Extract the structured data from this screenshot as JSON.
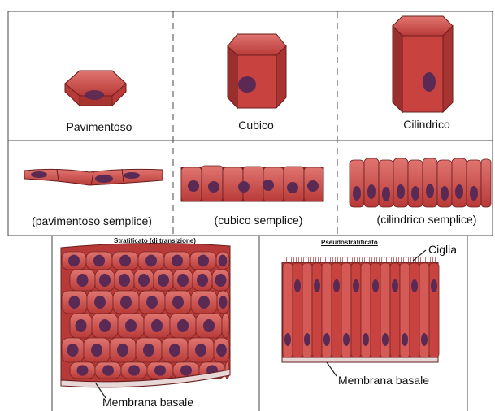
{
  "top_row": {
    "shapes": [
      {
        "label": "Pavimentoso"
      },
      {
        "label": "Cubico"
      },
      {
        "label": "Cilindrico"
      }
    ]
  },
  "middle_row": {
    "tissues": [
      {
        "label": "(pavimentoso semplice)"
      },
      {
        "label": "(cubico semplice)"
      },
      {
        "label": "(cilindrico semplice)"
      }
    ]
  },
  "bottom_row": {
    "left": {
      "title": "Stratificato (di transizione)",
      "annotation": "Membrana basale"
    },
    "right": {
      "title": "Pseudostratificato",
      "annotation_top": "Ciglia",
      "annotation_bottom": "Membrana basale"
    }
  },
  "colors": {
    "cell": "#c8423f",
    "cell_light": "#e07570",
    "nucleus": "#5a2a55",
    "border": "#333333"
  }
}
